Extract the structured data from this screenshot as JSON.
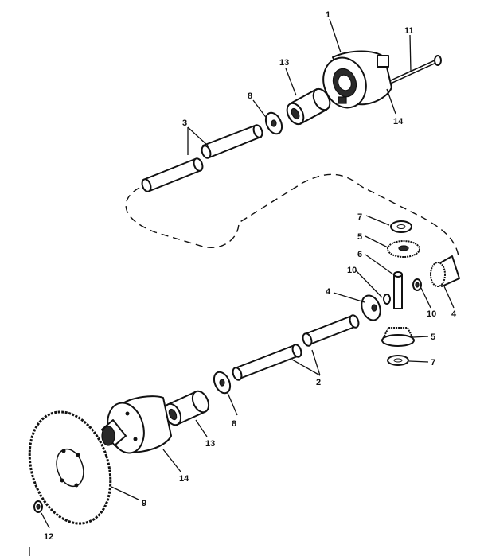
{
  "diagram": {
    "callouts": {
      "c1": "1",
      "c11": "11",
      "c13_top": "13",
      "c8_top": "8",
      "c3": "3",
      "c14_top": "14",
      "c7_top": "7",
      "c5_top": "5",
      "c6": "6",
      "c10_left": "10",
      "c4_left": "4",
      "c10_right": "10",
      "c4_right": "4",
      "c5_bottom": "5",
      "c7_bottom": "7",
      "c2": "2",
      "c8_bottom": "8",
      "c13_bottom": "13",
      "c14_bottom": "14",
      "c9": "9",
      "c12": "12"
    }
  }
}
